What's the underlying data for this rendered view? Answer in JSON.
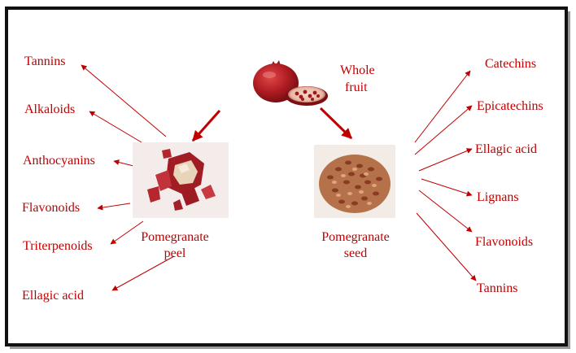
{
  "whole_fruit": {
    "line1": "Whole",
    "line2": "fruit"
  },
  "peel": {
    "caption_line1": "Pomegranate",
    "caption_line2": "peel",
    "compounds": [
      "Tannins",
      "Alkaloids",
      "Anthocyanins",
      "Flavonoids",
      "Triterpenoids",
      "Ellagic acid"
    ]
  },
  "seed": {
    "caption_line1": "Pomegranate",
    "caption_line2": "seed",
    "compounds": [
      "Catechins",
      "Epicatechins",
      "Ellagic acid",
      "Lignans",
      "Flavonoids",
      "Tannins"
    ]
  },
  "colors": {
    "label_text": "#c00000",
    "arrow": "#c00000",
    "frame": "#111111",
    "frame_shadow": "#9a9a9a"
  }
}
